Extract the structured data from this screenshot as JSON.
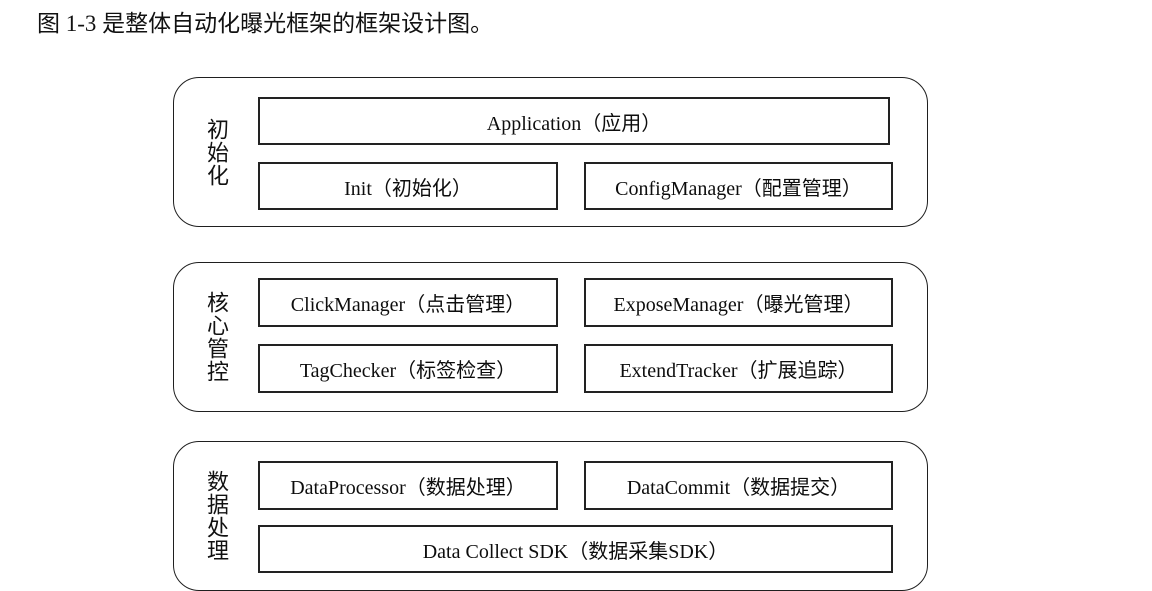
{
  "caption": "图 1-3 是整体自动化曝光框架的框架设计图。",
  "diagram": {
    "groups": [
      {
        "label": "初始化",
        "boxes": [
          {
            "label": "Application（应用）"
          },
          {
            "label": "Init（初始化）"
          },
          {
            "label": "ConfigManager（配置管理）"
          }
        ]
      },
      {
        "label": "核心管控",
        "boxes": [
          {
            "label": "ClickManager（点击管理）"
          },
          {
            "label": "ExposeManager（曝光管理）"
          },
          {
            "label": "TagChecker（标签检查）"
          },
          {
            "label": "ExtendTracker（扩展追踪）"
          }
        ]
      },
      {
        "label": "数据处理",
        "boxes": [
          {
            "label": "DataProcessor（数据处理）"
          },
          {
            "label": "DataCommit（数据提交）"
          },
          {
            "label": "Data Collect SDK（数据采集SDK）"
          }
        ]
      }
    ]
  },
  "colors": {
    "background": "#ffffff",
    "border": "#1f1f1f",
    "text": "#111111"
  }
}
